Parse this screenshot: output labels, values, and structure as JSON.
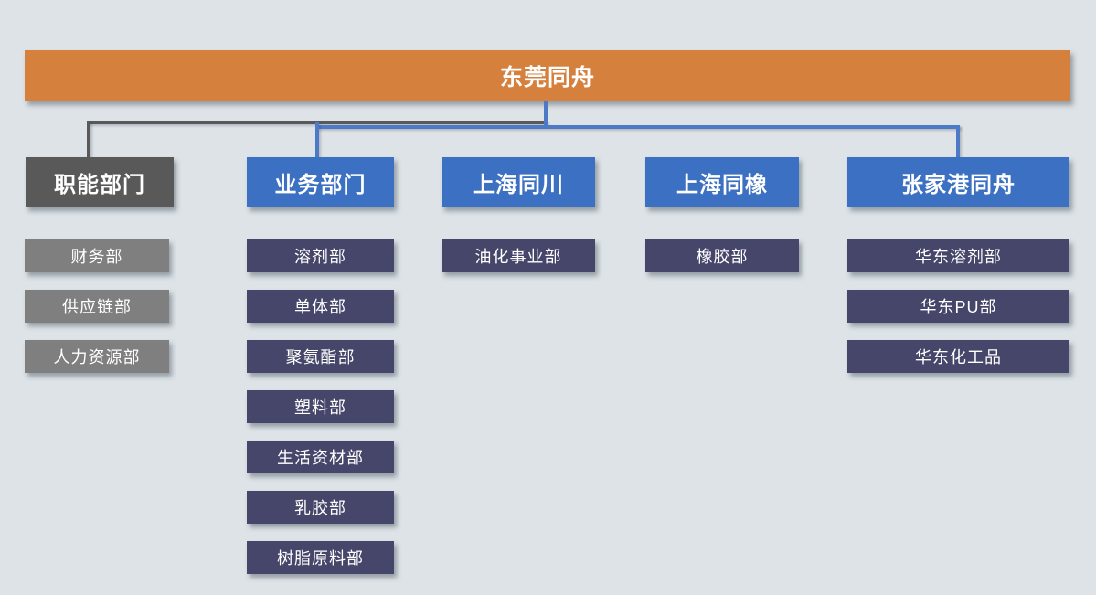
{
  "root": {
    "label": "东莞同舟"
  },
  "colors": {
    "background": "#dde3e7",
    "root_fill": "#d5803d",
    "branch_blue_fill": "#3c70c2",
    "item_navy_fill": "#454669",
    "gray_header_fill": "#595959",
    "gray_item_fill": "#7f7f7f",
    "connector_blue": "#4d7ac7",
    "connector_dark": "#595959",
    "text": "#ffffff"
  },
  "branches": [
    {
      "label": "职能部门",
      "style": "gray",
      "children": [
        "财务部",
        "供应链部",
        "人力资源部"
      ]
    },
    {
      "label": "业务部门",
      "style": "blue",
      "children": [
        "溶剂部",
        "单体部",
        "聚氨酯部",
        "塑料部",
        "生活资材部",
        "乳胶部",
        "树脂原料部"
      ]
    },
    {
      "label": "上海同川",
      "style": "blue",
      "children": [
        "油化事业部"
      ]
    },
    {
      "label": "上海同橡",
      "style": "blue",
      "children": [
        "橡胶部"
      ]
    },
    {
      "label": "张家港同舟",
      "style": "blue",
      "children": [
        "华东溶剂部",
        "华东PU部",
        "华东化工品"
      ]
    }
  ]
}
